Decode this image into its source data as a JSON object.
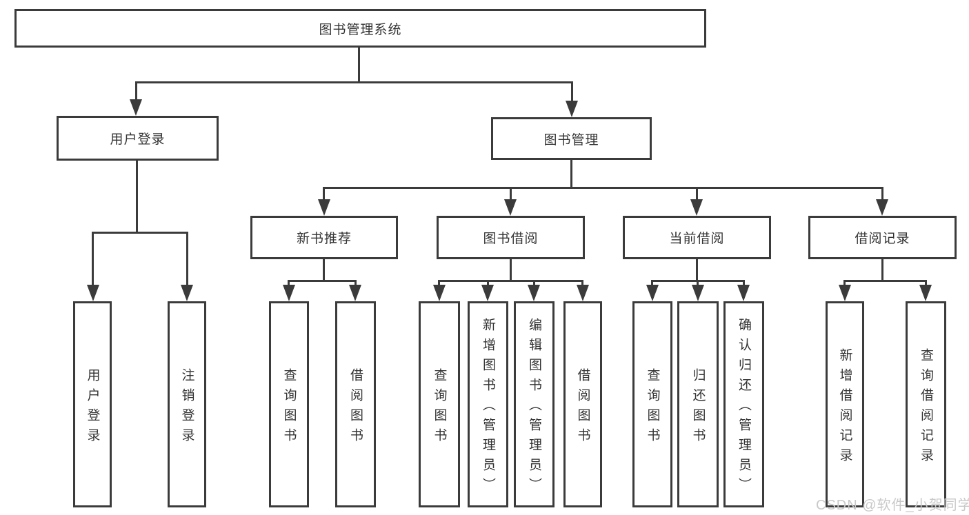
{
  "diagram": {
    "root": {
      "label": "图书管理系统"
    },
    "level2": [
      {
        "label": "用户登录"
      },
      {
        "label": "图书管理"
      }
    ],
    "level3": [
      {
        "label": "新书推荐"
      },
      {
        "label": "图书借阅"
      },
      {
        "label": "当前借阅"
      },
      {
        "label": "借阅记录"
      }
    ],
    "leaves": [
      {
        "label": "用户登录"
      },
      {
        "label": "注销登录"
      },
      {
        "label": "查询图书"
      },
      {
        "label": "借阅图书"
      },
      {
        "label": "查询图书"
      },
      {
        "label": "新增图书（管理员）"
      },
      {
        "label": "编辑图书（管理员）"
      },
      {
        "label": "借阅图书"
      },
      {
        "label": "查询图书"
      },
      {
        "label": "归还图书"
      },
      {
        "label": "确认归还（管理员）"
      },
      {
        "label": "新增借阅记录"
      },
      {
        "label": "查询借阅记录"
      }
    ],
    "watermark": {
      "text": "CSDN @软件_小贺同学"
    },
    "colors": {
      "line": "#3b3b3b",
      "box_background": "#ffffff",
      "text": "#333333",
      "watermark": "#c9c9c9"
    }
  }
}
